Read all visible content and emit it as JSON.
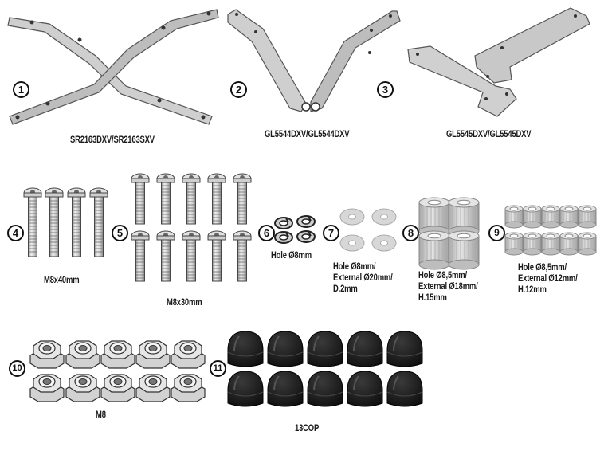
{
  "items": [
    {
      "num": "1"
    },
    {
      "num": "2"
    },
    {
      "num": "3"
    },
    {
      "num": "4"
    },
    {
      "num": "5"
    },
    {
      "num": "6"
    },
    {
      "num": "7"
    },
    {
      "num": "8"
    },
    {
      "num": "9"
    },
    {
      "num": "10"
    },
    {
      "num": "11"
    }
  ],
  "labels": {
    "sr_bracket": "SR2163DXV/SR2163SXV",
    "gl5544": "GL5544DXV/GL5544DXV",
    "gl5545": "GL5545DXV/GL5545DXV",
    "bolt_m8x40": "M8x40mm",
    "bolt_m8x30": "M8x30mm",
    "washer_spring": "Hole Ø8mm",
    "washer_flat": [
      "Hole Ø8mm/",
      "External Ø20mm/",
      "D.2mm"
    ],
    "spacer_large": [
      "Hole Ø8,5mm/",
      "External Ø18mm/",
      "H.15mm"
    ],
    "spacer_small": [
      "Hole Ø8,5mm/",
      "External Ø12mm/",
      "H.12mm"
    ],
    "nut": "M8",
    "cap": "13COP"
  },
  "colors": {
    "metal_fill": "#d6d6d6",
    "metal_stroke": "#555555",
    "cap_fill": "#1c1c1c",
    "ink": "#111111"
  }
}
